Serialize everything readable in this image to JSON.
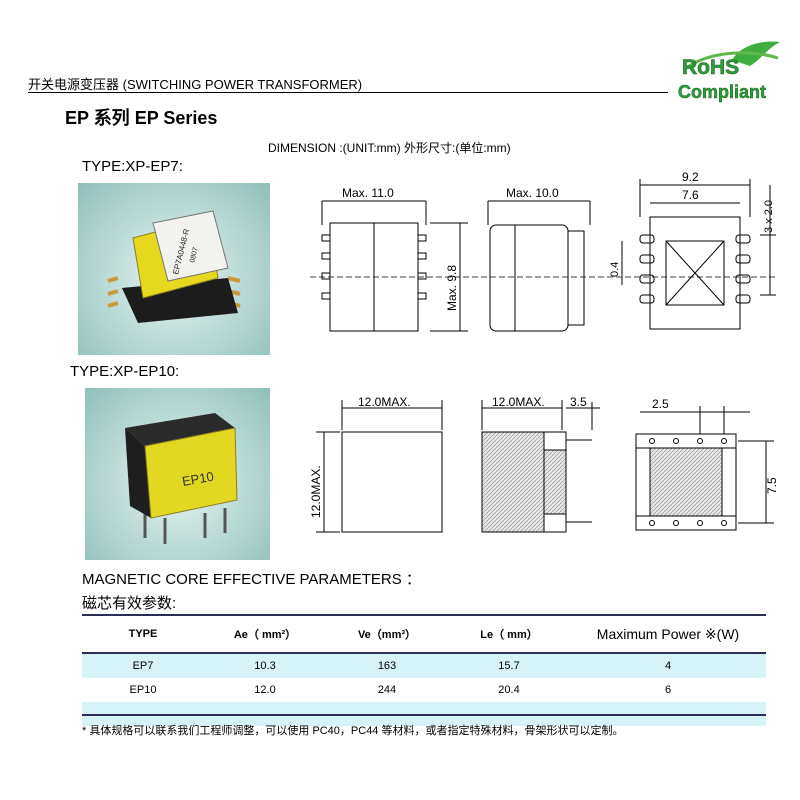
{
  "header": {
    "title": "开关电源变压器 (SWITCHING POWER TRANSFORMER)",
    "rohs_top": "RoHS",
    "rohs_bottom": "Compliant"
  },
  "series_title": "EP 系列  EP Series",
  "dimension_label": "DIMENSION :(UNIT:mm)  外形尺寸:(单位:mm)",
  "ep7": {
    "type_label": "TYPE:XP-EP7:",
    "photo_text_1": "EP7A0448-R",
    "photo_text_2": "0807",
    "dims": {
      "front_width": "Max. 11.0",
      "front_height": "Max. 9.8",
      "side_width": "Max. 10.0",
      "side_offset": "0.4",
      "bottom_outer": "9.2",
      "bottom_inner": "7.6",
      "pitch": "3 x 2.0"
    }
  },
  "ep10": {
    "type_label": "TYPE:XP-EP10:",
    "photo_text": "EP10",
    "dims": {
      "front_width": "12.0MAX.",
      "front_height": "12.0MAX.",
      "side_width": "12.0MAX.",
      "pin_length": "3.5",
      "pin_pitch": "2.5",
      "row_spacing": "7.5"
    }
  },
  "parameters": {
    "title_en": "MAGNETIC CORE EFFECTIVE PARAMETERS ：",
    "title_cn": "磁芯有效参数:",
    "headers": {
      "type": "TYPE",
      "ae": "Ae（ mm²）",
      "ve": "Ve（mm³）",
      "le": "Le（ mm）",
      "power": "Maximum Power ※(W)"
    },
    "rows": [
      {
        "type": "EP7",
        "ae": "10.3",
        "ve": "163",
        "le": "15.7",
        "power": "4"
      },
      {
        "type": "EP10",
        "ae": "12.0",
        "ve": "244",
        "le": "20.4",
        "power": "6"
      }
    ]
  },
  "footnote": "*  具体规格可以联系我们工程师调整，可以使用 PC40，PC44 等材料，或者指定特殊材料，骨架形状可以定制。",
  "colors": {
    "table_shade": "#d6f3f7",
    "table_rule": "#2d2d5a",
    "rohs_green": "#2e9a3a",
    "transformer_yellow": "#e6d81e"
  }
}
